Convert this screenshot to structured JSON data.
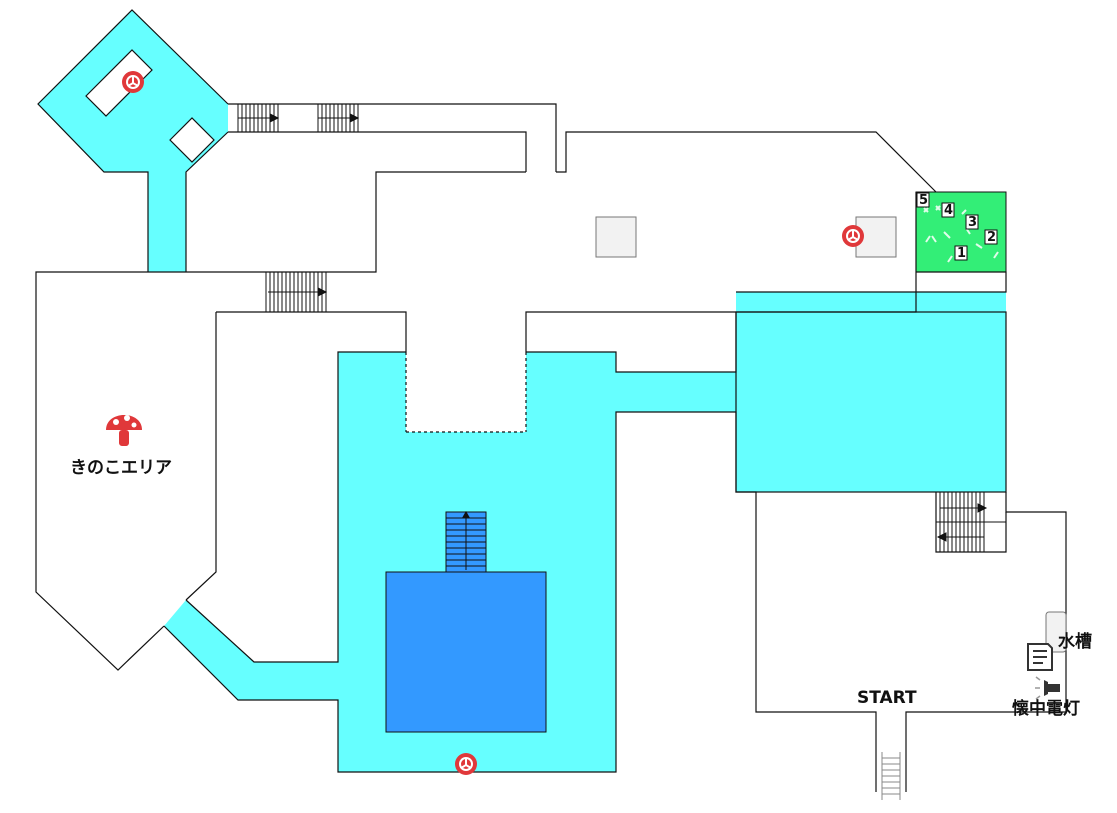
{
  "map": {
    "labels": {
      "mushroom_area": "きのこエリア",
      "start": "START",
      "water_tank": "水槽",
      "flashlight": "懐中電灯"
    },
    "plant_numbers": [
      "1",
      "2",
      "3",
      "4",
      "5"
    ],
    "icons": {
      "valve": "valve-icon",
      "mushroom": "mushroom-icon",
      "memo": "memo-icon",
      "flashlight": "flashlight-icon"
    },
    "colors": {
      "water": "#66ffff",
      "deep_water": "#3399ff",
      "plant_room": "#33ee77",
      "valve": "#e0383a",
      "mushroom": "#e0383a",
      "walls": "#111111"
    }
  }
}
